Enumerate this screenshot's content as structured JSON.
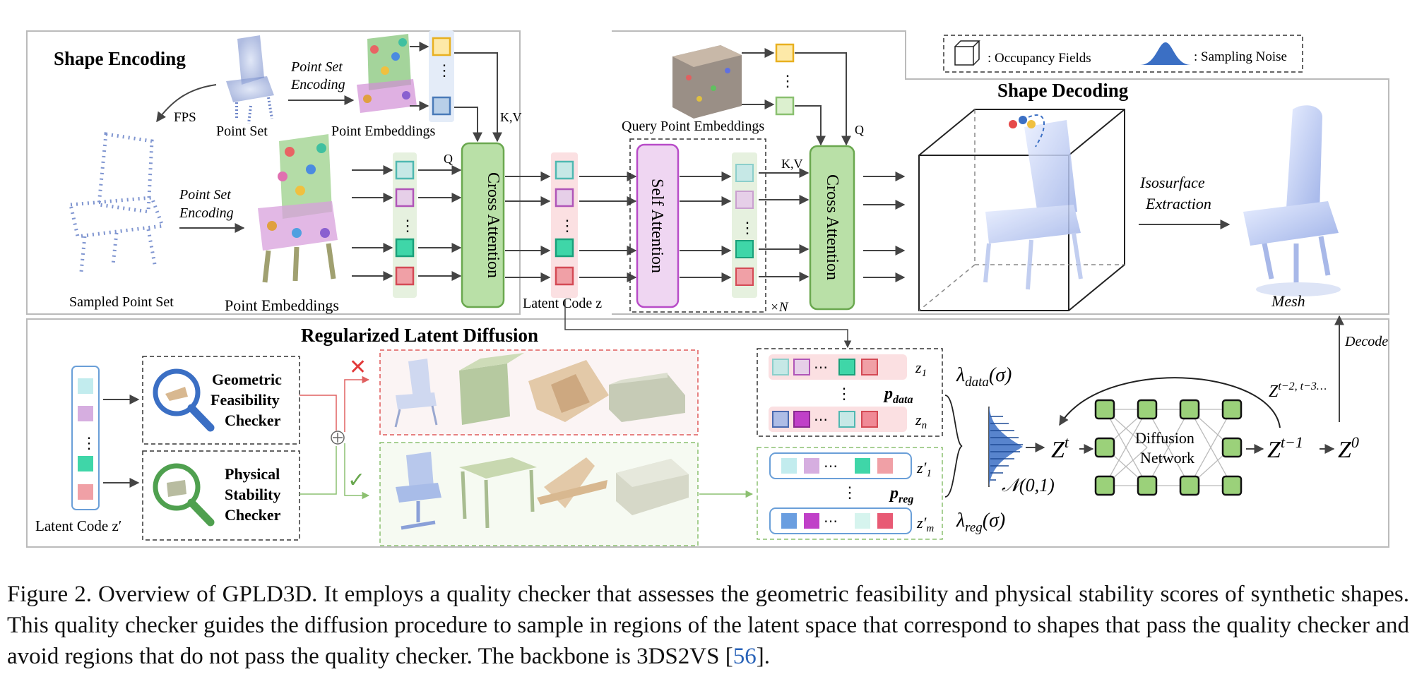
{
  "figure": {
    "encoding": {
      "title": "Shape Encoding",
      "point_set": "Point Set",
      "fps": "FPS",
      "sampled_point_set": "Sampled Point Set",
      "point_set_encoding_top_1": "Point Set",
      "point_set_encoding_top_2": "Encoding",
      "point_set_encoding_mid_1": "Point Set",
      "point_set_encoding_mid_2": "Encoding",
      "point_embeddings_top": "Point Embeddings",
      "point_embeddings_bottom": "Point Embeddings",
      "kv": "K,V",
      "q": "Q",
      "cross_attention": "Cross Attention",
      "latent_code": "Latent Code z",
      "dots": "⋮"
    },
    "decoding": {
      "title": "Shape Decoding",
      "query_point_embeddings": "Query Point Embeddings",
      "self_attention": "Self Attention",
      "cross_attention": "Cross Attention",
      "kv": "K,V",
      "q": "Q",
      "times_n": "×N",
      "isosurface_1": "Isosurface",
      "isosurface_2": "Extraction",
      "mesh": "Mesh",
      "legend_occupancy": ": Occupancy Fields",
      "legend_noise": ": Sampling Noise"
    },
    "diffusion": {
      "title": "Regularized Latent Diffusion",
      "latent_code": "Latent Code z′",
      "geo_checker": [
        "Geometric",
        "Feasibility",
        "Checker"
      ],
      "phys_checker": [
        "Physical",
        "Stability",
        "Checker"
      ],
      "z1": "z",
      "z1_sub": "1",
      "zn": "z",
      "zn_sub": "n",
      "z1p": "z′",
      "z1p_sub": "1",
      "zmp": "z′",
      "zmp_sub": "m",
      "p_data": "p",
      "p_data_sub": "data",
      "p_reg": "p",
      "p_reg_sub": "reg",
      "lambda_data": "λ",
      "lambda_data_sub": "data",
      "lambda_data_arg": "(σ)",
      "lambda_reg": "λ",
      "lambda_reg_sub": "reg",
      "lambda_reg_arg": "(σ)",
      "normal": "𝒩(0,1)",
      "zt": "Z",
      "zt_sup": "t",
      "zt1": "Z",
      "zt1_sup": "t−1",
      "z0": "Z",
      "z0_sup": "0",
      "zloop": "Z",
      "zloop_sup": "t−2, t−3…",
      "network_1": "Diffusion",
      "network_2": "Network",
      "decode": "Decode",
      "dots": "⋯"
    },
    "colors": {
      "teal": "#c6e8e6",
      "teal_border": "#4fb8b1",
      "purple": "#e6cfe8",
      "purple_border": "#b055b8",
      "green_cell": "#3fd6a8",
      "green_cell_border": "#1aa07a",
      "red_cell": "#f0a0a6",
      "red_cell_border": "#d44a55",
      "yellow": "#fde9a8",
      "yellow_border": "#e8b020",
      "blue": "#b8cfe8",
      "blue_border": "#4a7ab8",
      "attention_green": "#b9e0a7",
      "attention_green_border": "#6aa84f",
      "self_attention_fill": "#efd6f2",
      "self_attention_border": "#b84cc8",
      "node_green": "#9bd17a"
    }
  },
  "caption": {
    "label": "Figure 2.",
    "text": "Overview of GPLD3D. It employs a quality checker that assesses the geometric feasibility and physical stability scores of synthetic shapes. This quality checker guides the diffusion procedure to sample in regions of the latent space that correspond to shapes that pass the quality checker and avoid regions that do not pass the quality checker. The backbone is 3DS2VS [",
    "ref": "56",
    "end": "]."
  }
}
